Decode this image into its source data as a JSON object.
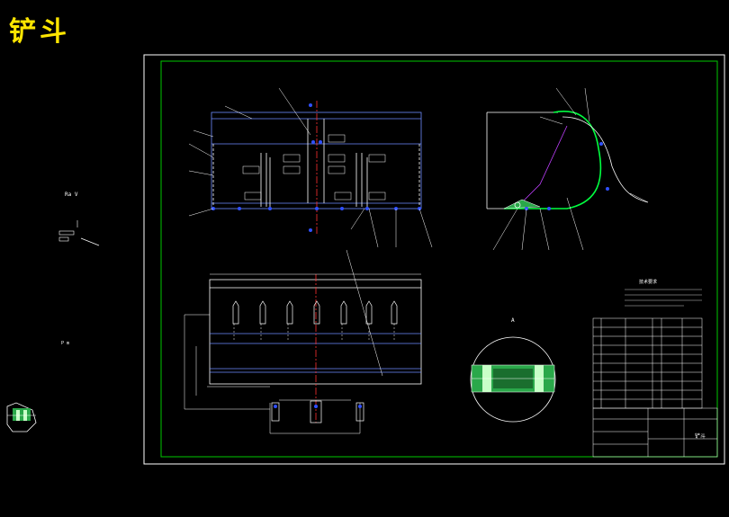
{
  "drawing": {
    "title": "铲斗",
    "side_label": "Ra V",
    "side_label2": "P m",
    "tech_req_title": "技术要求",
    "section_label": "A",
    "title_block_name": "铲斗"
  },
  "colors": {
    "background": "#000000",
    "title": "#ffe600",
    "frame": "#00c800",
    "outline": "#ffffff",
    "part_lines": "#6e8cff",
    "centerline": "#ff3030",
    "highlight": "#00ff40"
  }
}
